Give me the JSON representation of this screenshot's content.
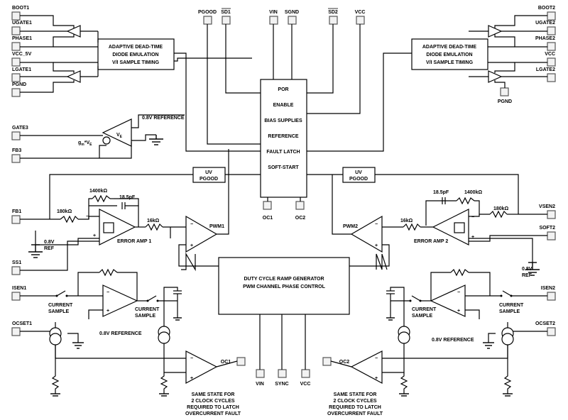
{
  "pins_left": {
    "boot1": "BOOT1",
    "ugate1": "UGATE1",
    "phase1": "PHASE1",
    "vcc_5v": "VCC_5V",
    "lgate1": "LGATE1",
    "pgnd": "PGND",
    "gate3": "GATE3",
    "fb3": "FB3",
    "fb1": "FB1",
    "ss1": "SS1",
    "isen1": "ISEN1",
    "ocset1": "OCSET1"
  },
  "pins_right": {
    "boot2": "BOOT2",
    "ugate2": "UGATE2",
    "phase2": "PHASE2",
    "vcc": "VCC",
    "lgate2": "LGATE2",
    "vsen2": "VSEN2",
    "soft2": "SOFT2",
    "isen2": "ISEN2",
    "ocset2": "OCSET2"
  },
  "pins_top": {
    "pgood": "PGOOD",
    "sd1": "SD1",
    "vin": "VIN",
    "sgnd": "SGND",
    "sd2": "SD2",
    "vcc": "VCC"
  },
  "pins_right_extra": {
    "pgnd2": "PGND"
  },
  "pins_bottom": {
    "vin": "VIN",
    "sync": "SYNC",
    "vcc": "VCC",
    "oc1": "OC1",
    "oc2": "OC2"
  },
  "driver_block_left": [
    "ADAPTIVE DEAD-TIME",
    "DIODE EMULATION",
    "V/I SAMPLE TIMING"
  ],
  "driver_block_right": [
    "ADAPTIVE DEAD-TIME",
    "DIODE EMULATION",
    "V/I SAMPLE TIMING"
  ],
  "control_block": [
    "POR",
    "ENABLE",
    "BIAS SUPPLIES",
    "REFERENCE",
    "FAULT LATCH",
    "SOFT-START"
  ],
  "ramp_block": [
    "DUTY CYCLE RAMP GENERATOR",
    "PWM CHANNEL PHASE CONTROL"
  ],
  "uv_block_left": [
    "UV",
    "PGOOD"
  ],
  "uv_block_right": [
    "UV",
    "PGOOD"
  ],
  "labels": {
    "ref_08_top": "0.8V REFERENCE",
    "ref_08_left": "0.8V REFERENCE",
    "ref_08_right": "0.8V REFERENCE",
    "ve": "V",
    "ve_sub": "E",
    "gm_ve": "g",
    "gm_ve_sub": "m",
    "gm_ve_tail": "*V",
    "gm_ve_tail_sub": "E",
    "r1400_l": "1400kΩ",
    "c185_l": "18.5pF",
    "r180_l": "180kΩ",
    "r16_l": "16kΩ",
    "r1400_r": "1400kΩ",
    "c185_r": "18.5pF",
    "r180_r": "180kΩ",
    "r16_r": "16kΩ",
    "ref08_l_a": "0.8V",
    "ref08_l_b": "REF",
    "ref08_r_a": "0.8V",
    "ref08_r_b": "REF",
    "error_amp1": "ERROR AMP 1",
    "error_amp2": "ERROR AMP 2",
    "pwm1": "PWM1",
    "pwm2": "PWM2",
    "cs_l1": "CURRENT",
    "cs_l1b": "SAMPLE",
    "cs_l2": "CURRENT",
    "cs_l2b": "SAMPLE",
    "cs_r1": "CURRENT",
    "cs_r1b": "SAMPLE",
    "cs_r2": "CURRENT",
    "cs_r2b": "SAMPLE",
    "oc_note_l": [
      "SAME STATE FOR",
      "2 CLOCK CYCLES",
      "REQUIRED TO LATCH",
      "OVERCURRENT FAULT"
    ],
    "oc_note_r": [
      "SAME STATE FOR",
      "2 CLOCK CYCLES",
      "REQUIRED TO LATCH",
      "OVERCURRENT FAULT"
    ]
  }
}
